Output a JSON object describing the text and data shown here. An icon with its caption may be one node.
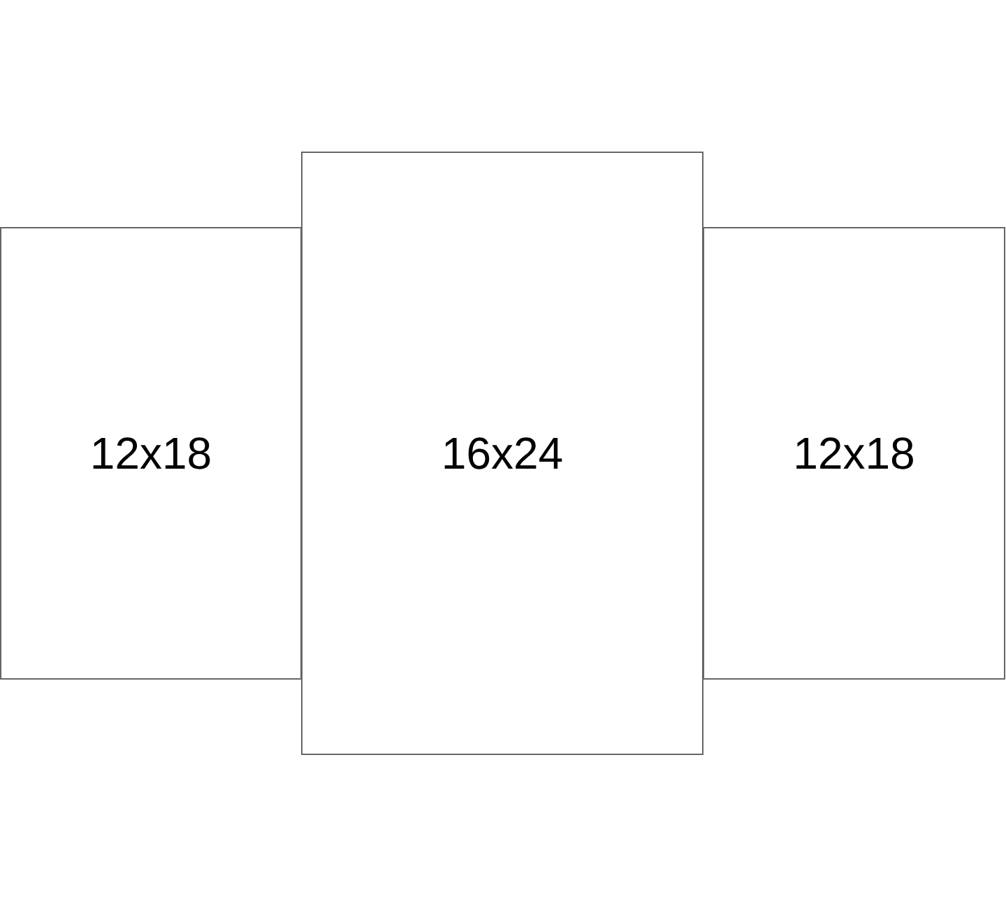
{
  "diagram": {
    "nodes": [
      {
        "text": [
          "12x18"
        ]
      },
      {
        "text": [
          "16x24"
        ]
      },
      {
        "text": [
          "12x18"
        ]
      }
    ]
  }
}
